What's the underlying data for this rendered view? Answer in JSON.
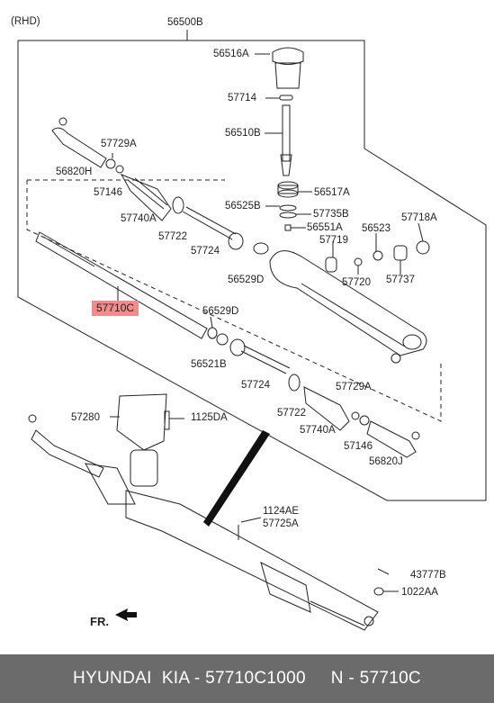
{
  "header": {
    "variant": "(RHD)"
  },
  "labels": {
    "56500B": "56500B",
    "56516A": "56516A",
    "57714": "57714",
    "56510B": "56510B",
    "56517A": "56517A",
    "56525B": "56525B",
    "57735B": "57735B",
    "56551A": "56551A",
    "57718A": "57718A",
    "57719": "57719",
    "56523": "56523",
    "57720": "57720",
    "57737": "57737",
    "57729A_top": "57729A",
    "56820H": "56820H",
    "57146_top": "57146",
    "57740A_top": "57740A",
    "57722_top": "57722",
    "57724_top": "57724",
    "56529D_top": "56529D",
    "57710C": "57710C",
    "56529D_mid": "56529D",
    "56521B": "56521B",
    "57724_bot": "57724",
    "57722_bot": "57722",
    "57729A_bot": "57729A",
    "57740A_bot": "57740A",
    "57146_bot": "57146",
    "56820J": "56820J",
    "57280": "57280",
    "1125DA": "1125DA",
    "1124AE": "1124AE",
    "57725A": "57725A",
    "43777B": "43777B",
    "1022AA": "1022AA",
    "fr": "FR."
  },
  "footer": {
    "text": "HYUNDAI  KIA - 57710C1000     N - 57710C"
  },
  "colors": {
    "highlight": "#f28b8b",
    "footer_bg": "#6b6b6b"
  }
}
